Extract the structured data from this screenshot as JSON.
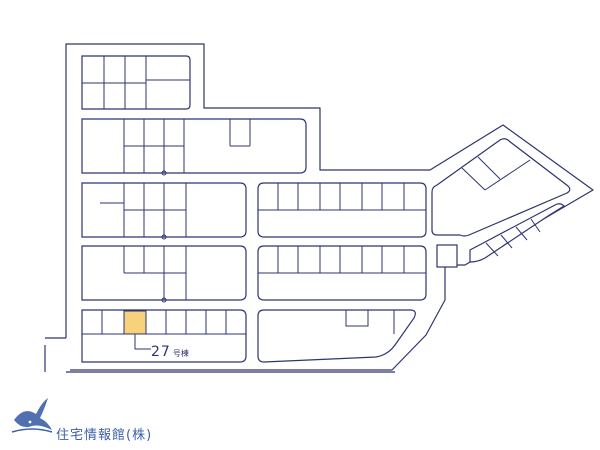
{
  "map": {
    "road_color": "#2e3470",
    "highlight_color": "#f7d27a",
    "highlighted_lot": {
      "number": "27",
      "suffix": "号棟"
    }
  },
  "brand": {
    "name": "住宅情報館(株)",
    "logo_icon": "bird-logo-icon",
    "color": "#3d61a6"
  }
}
